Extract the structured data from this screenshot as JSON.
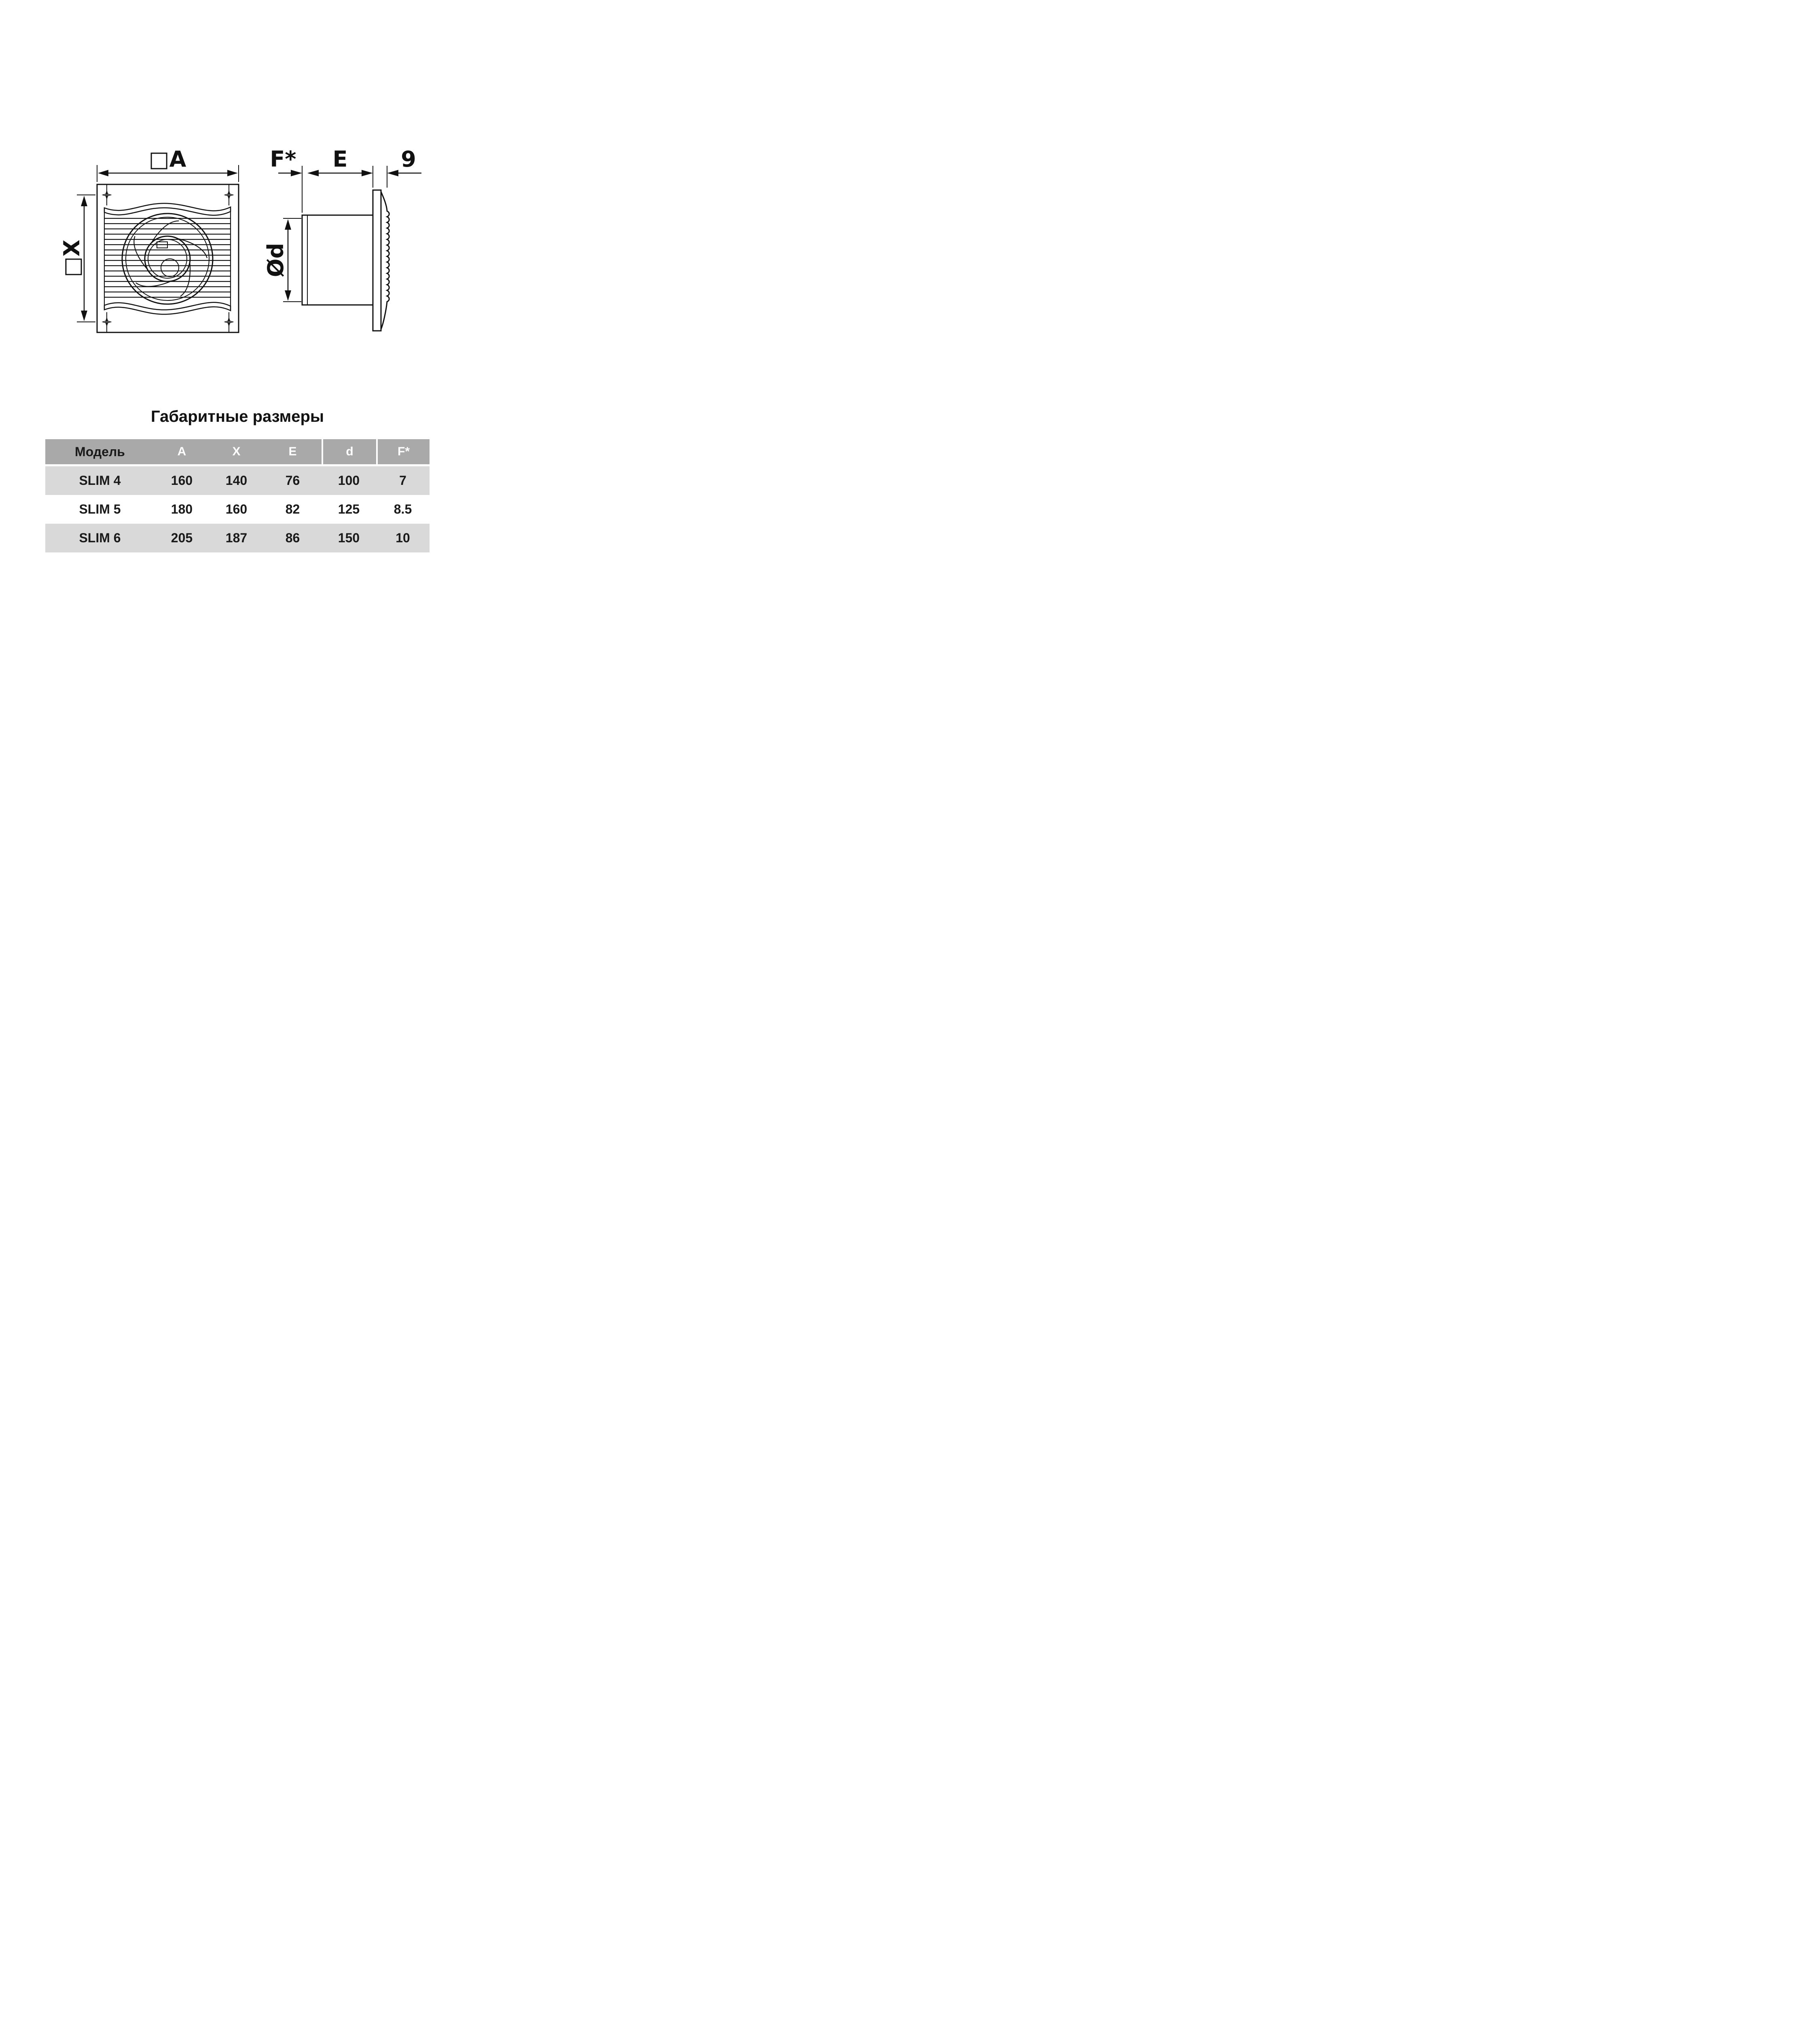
{
  "diagram": {
    "front_view": {
      "width_label": "□A",
      "height_label": "□X"
    },
    "side_view": {
      "flange_label": "F*",
      "duct_label": "E",
      "panel_label": "9",
      "diameter_label": "Ød"
    }
  },
  "table": {
    "title": "Габаритные размеры",
    "columns": [
      "Модель",
      "A",
      "X",
      "E",
      "d",
      "F*"
    ],
    "rows": [
      {
        "model": "SLIM 4",
        "a": "160",
        "x": "140",
        "e": "76",
        "d": "100",
        "f": "7"
      },
      {
        "model": "SLIM 5",
        "a": "180",
        "x": "160",
        "e": "82",
        "d": "125",
        "f": "8.5"
      },
      {
        "model": "SLIM 6",
        "a": "205",
        "x": "187",
        "e": "86",
        "d": "150",
        "f": "10"
      }
    ]
  },
  "colors": {
    "header_bg": "#a9a9a9",
    "row_alt_bg": "#d9d9d9",
    "line": "#111111"
  }
}
